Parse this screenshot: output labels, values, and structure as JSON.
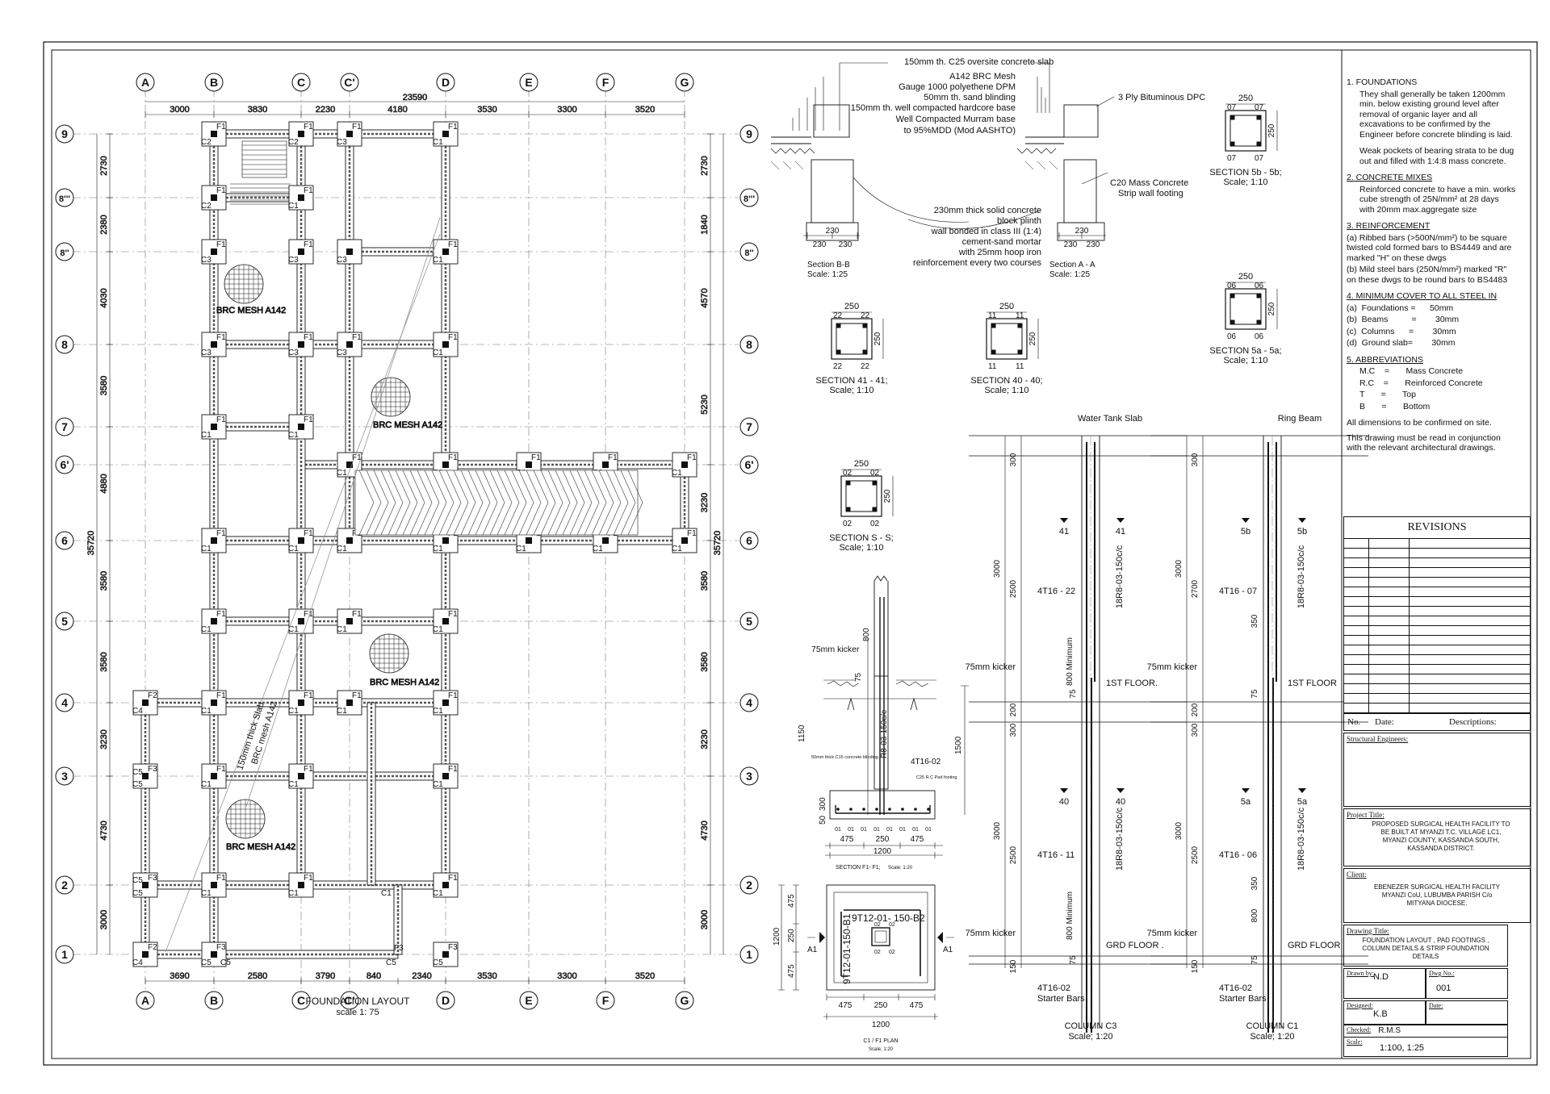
{
  "title_block": {
    "revisions": "REVISIONS",
    "rev_no": "No.",
    "rev_date": "Date:",
    "rev_desc": "Descriptions:",
    "structural_engineers": "Structural Engineers:",
    "project_title_label": "Project Title:",
    "project_title": "PROPOSED SURGICAL HEALTH FACILITY TO BE BUILT AT MYANZI T.C. VILLAGE LC1, MYANZI COUNTY, KASSANDA SOUTH, KASSANDA DISTRICT.",
    "client_label": "Client:",
    "client": "EBENEZER SURGICAL HEALTH FACILITY MYANZI CoU, LUBUMBA PARISH C/o MITYANA DIOCESE.",
    "drawing_title_label": "Drawing Title:",
    "drawing_title": "FOUNDATION LAYOUT , PAD FOOTINGS , COLUMN DETAILS & STRIP FOUNDATION DETAILS",
    "drawn_by_label": "Drawn by:",
    "drawn_by": "N.D",
    "dwg_no_label": "Dwg No.:",
    "dwg_no": "001",
    "designed_label": "Designed:",
    "designed": "K.B",
    "checked_label": "Checked:",
    "checked": "R.M.S",
    "date_label": "Date:",
    "scale_label": "Scale:",
    "scale": "1:100, 1:25"
  },
  "notes": {
    "n1_h": "1. FOUNDATIONS",
    "n1_a": "They shall generally be taken 1200mm min. below existing ground level after removal of organic layer and all excavations to be confirmed by the Engineer before concrete blinding is laid.",
    "n1_b": "Weak pockets of bearing strata to be dug out and filled with 1:4:8 mass concrete.",
    "n2_h": "2. CONCRETE MIXES",
    "n2_a": "Reinforced concrete to have a min. works cube strength of 25N/mm² at 28 days with 20mm max.aggregate size",
    "n3_h": "3. REINFORCEMENT",
    "n3_a": "(a)  Ribbed bars (>500N/mm²) to be square twisted cold formed bars to BS4449 and are marked \"H\" on these dwgs",
    "n3_b": "(b)  Mild steel bars (250N/mm²) marked \"R\" on these dwgs to be round bars to BS4483",
    "n4_h": "4. MINIMUM COVER TO ALL STEEL IN",
    "n4_a": "(a)  Foundations =      50mm",
    "n4_b": "(b)  Beams          =        30mm",
    "n4_c": "(c)  Columns      =        30mm",
    "n4_d": "(d)  Ground slab=        30mm",
    "n5_h": "5. ABBREVIATIONS",
    "n5_a": "M.C    =       Mass Concrete",
    "n5_b": "R.C    =       Reinforced Concrete",
    "n5_c": "T       =       Top",
    "n5_d": "B       =       Bottom",
    "n6": "All dimensions to be confirmed on site.",
    "n7": "This drawing must be read in conjunction with the relevant architectural drawings."
  },
  "plan": {
    "grid_letters": [
      "A",
      "B",
      "C",
      "C'",
      "D",
      "E",
      "F",
      "G"
    ],
    "grid_rows": [
      "9",
      "8'''",
      "8''",
      "8",
      "7",
      "6'",
      "6",
      "5",
      "4",
      "3",
      "2",
      "1"
    ],
    "top_overall": "23590",
    "top_dims": [
      "3000",
      "3830",
      "2230",
      "4180",
      "3530",
      "3300",
      "3520"
    ],
    "bottom_dims": [
      "3690",
      "2580",
      "3790",
      "840",
      "2340",
      "3530",
      "3300",
      "3520"
    ],
    "left_dims": [
      "2730",
      "2380",
      "4030",
      "3580",
      "4880",
      "3580",
      "3580",
      "3230",
      "4730",
      "3000"
    ],
    "right_dims": [
      "2730",
      "1840",
      "4570",
      "5230",
      "3230",
      "3580",
      "3580",
      "3230",
      "4730",
      "3000"
    ],
    "overall_height": "35720",
    "mesh_label": "BRC MESH A142",
    "slab_label_1": "150mm thick Slab",
    "slab_label_2": "BRC mesh A142",
    "title": "FOUNDATION    LAYOUT",
    "scale": "scale 1: 75"
  },
  "strip": {
    "l1": "150mm th. C25 oversite  concrete slab",
    "l2": "A142 BRC Mesh",
    "l3": "Gauge 1000 polyethene DPM",
    "l4": "50mm th. sand blinding",
    "l5": "150mm th. well compacted hardcore base",
    "l6": "Well Compacted Murram base",
    "l7": "to 95%MDD (Mod AASHTO)",
    "dpc": "3 Ply Bituminous DPC",
    "c20a": "C20 Mass Concrete",
    "c20b": "Strip wall footing",
    "p1": "230mm thick solid concrete",
    "p2": "block plinth",
    "p3": "wall bonded in class III (1:4)",
    "p4": "cement-sand mortar",
    "p5": "with 25mm hoop iron",
    "p6": "reinforcement every two courses",
    "d230": "230",
    "sec_bb": "Section B-B",
    "sec_bb_sc": "Scale: 1:25",
    "sec_aa": "Section A - A",
    "sec_aa_sc": "Scale: 1:25"
  },
  "sections": {
    "w250": "250",
    "h250": "250",
    "s41": "SECTION  41 - 41;",
    "s41_sc": "Scale; 1:10",
    "s41_c": "22",
    "s40": "SECTION  40 - 40;",
    "s40_sc": "Scale; 1:10",
    "s40_c": "11",
    "sS": "SECTION    S  -  S;",
    "sS_sc": "Scale; 1:10",
    "sS_c": "02",
    "s5b": "SECTION  5b - 5b;",
    "s5b_sc": "Scale; 1:10",
    "s5b_c": "07",
    "s5a": "SECTION  5a - 5a;",
    "s5a_sc": "Scale; 1:10",
    "s5a_c": "06"
  },
  "pad": {
    "kicker": "75mm kicker",
    "d800": "800",
    "d75": "75",
    "d1150": "1150",
    "d1500": "1500",
    "d50": "50",
    "d300": "300",
    "r8": "R8-03-150c/c",
    "t16": "4T16-02",
    "blind": "50mm thick C15 concrete blinding",
    "c25": "C25 R.C Pad footing",
    "bars": "01",
    "d475": "475",
    "d250": "250",
    "d1200": "1200",
    "sec_title": "SECTION  F1- F1;",
    "sec_scale": "Scale; 1:20",
    "plan_b2": "9T12-01- 150-B2",
    "plan_b1": "9T12-01-150-B1",
    "plan_title": "C1 / F1 PLAN",
    "plan_scale": "Scale; 1:20",
    "a1": "A1",
    "c02": "02"
  },
  "columns": {
    "c3_top": "Water Tank Slab",
    "c3_41": "41",
    "c3_40": "40",
    "c3_bars_up": "4T16 - 22",
    "c3_bars_lo": "4T16 - 11",
    "c3_title": "COLUMN C3",
    "c3_scale": "Scale; 1:20",
    "c1_top": "Ring Beam",
    "c1_5b": "5b",
    "c1_5a": "5a",
    "c1_bars_up": "4T16 - 07",
    "c1_bars_lo": "4T16 - 06",
    "c1_title": "COLUMN C1",
    "c1_scale": "Scale; 1:20",
    "links": "18R8-03-150c/c",
    "kicker": "75mm kicker",
    "first": "1ST FLOOR.",
    "first2": "1ST FLOOR",
    "grd": "GRD FLOOR .",
    "grd2": "GRD  FLOOR",
    "starter1": "4T16-02",
    "starter2": "Starter Bars",
    "min800": "800 Minimum",
    "d300": "300",
    "d200": "200",
    "d3000": "3000",
    "d2500": "2500",
    "d2700": "2700",
    "d75": "75",
    "d150": "150",
    "d350": "350",
    "d800": "800"
  }
}
